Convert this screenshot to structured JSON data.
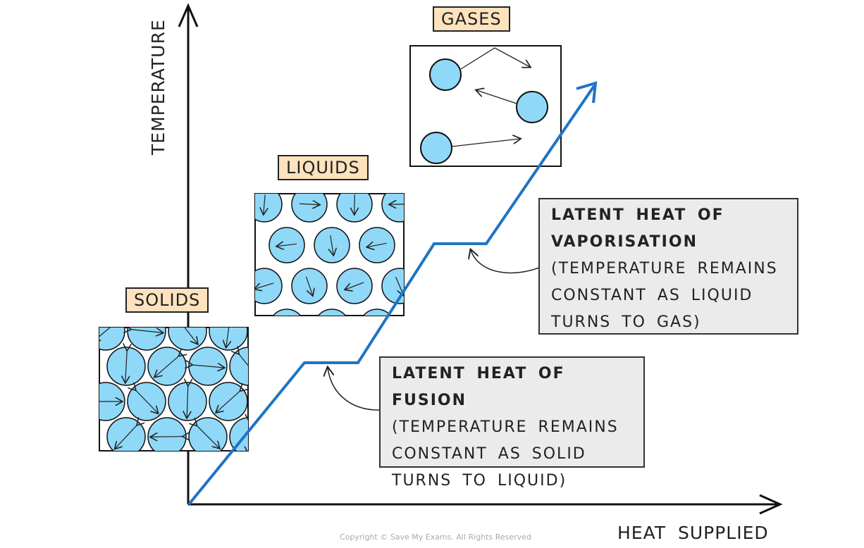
{
  "axes": {
    "y_label": "TEMPERATURE",
    "x_label": "HEAT SUPPLIED"
  },
  "states": [
    {
      "label": "SOLIDS"
    },
    {
      "label": "LIQUIDS"
    },
    {
      "label": "GASES"
    }
  ],
  "annotations": {
    "fusion": {
      "title": "LATENT HEAT OF FUSION",
      "lines": [
        "(TEMPERATURE REMAINS",
        "CONSTANT AS SOLID",
        "TURNS TO LIQUID)"
      ]
    },
    "vaporisation": {
      "title_1": "LATENT HEAT OF",
      "title_2": "VAPORISATION",
      "lines": [
        "(TEMPERATURE REMAINS",
        "CONSTANT AS LIQUID",
        "TURNS TO GAS)"
      ]
    }
  },
  "copyright": "Copyright © Save My Exams. All Rights Reserved",
  "colors": {
    "line": "#1f74c4",
    "particle": "#8fd8f8",
    "label_bg": "#fde2bd",
    "box_bg": "#ebebeb"
  }
}
